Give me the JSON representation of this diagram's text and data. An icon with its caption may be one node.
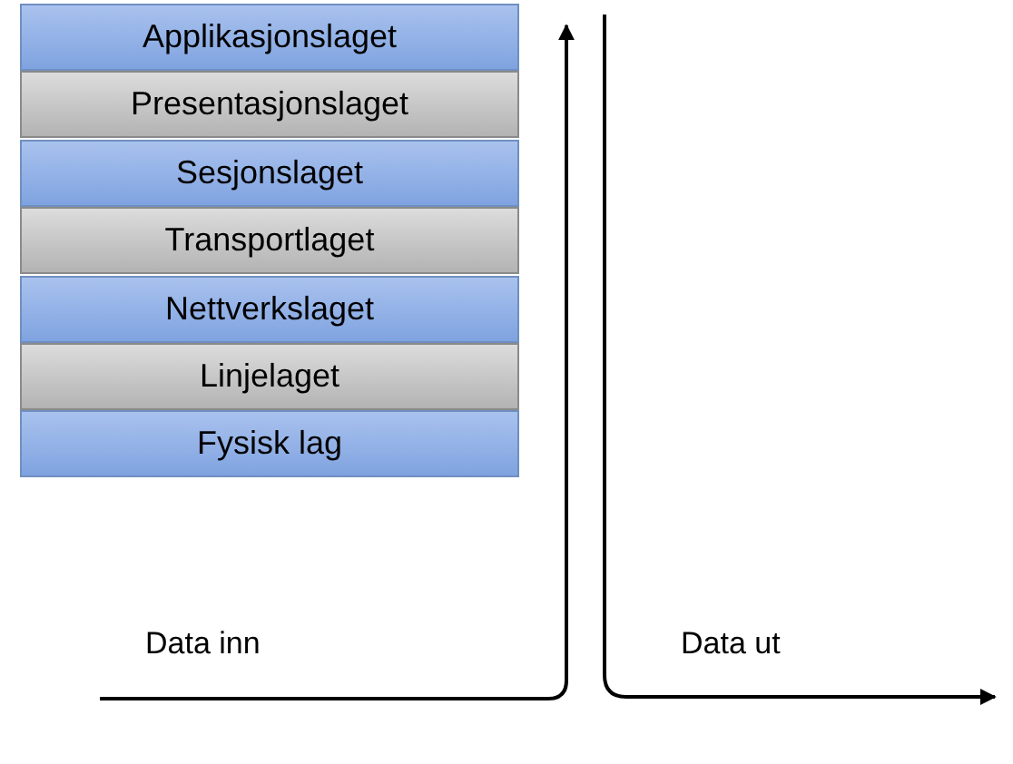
{
  "diagram": {
    "nodes": [
      {
        "text": [
          "Applikasjonslaget"
        ]
      },
      {
        "text": [
          "Presentasjonslaget"
        ]
      },
      {
        "text": [
          "Sesjonslaget"
        ]
      },
      {
        "text": [
          "Transportlaget"
        ]
      },
      {
        "text": [
          "Nettverkslaget"
        ]
      },
      {
        "text": [
          "Linjelaget"
        ]
      },
      {
        "text": [
          "Fysisk lag"
        ]
      }
    ],
    "labels": [
      "Data inn",
      "Data ut"
    ]
  }
}
